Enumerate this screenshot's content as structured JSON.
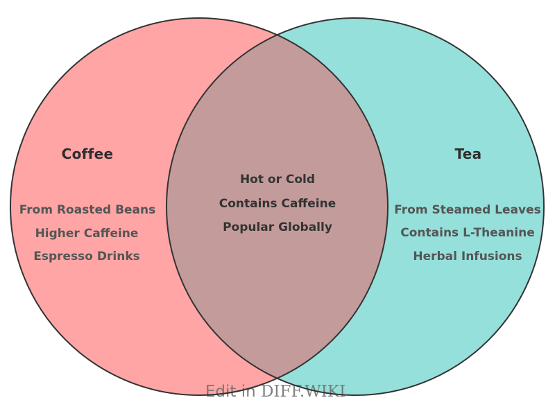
{
  "diagram": {
    "left": {
      "title": "Coffee",
      "items": [
        "From Roasted Beans",
        "Higher Caffeine",
        "Espresso Drinks"
      ],
      "fill": "#FFA5A5"
    },
    "right": {
      "title": "Tea",
      "items": [
        "From Steamed Leaves",
        "Contains L-Theanine",
        "Herbal Infusions"
      ],
      "fill": "#95E0DA"
    },
    "intersection": {
      "items": [
        "Hot or Cold",
        "Contains Caffeine",
        "Popular Globally"
      ],
      "fill": "#C39B9B"
    },
    "outline_color": "#333333",
    "text_colors": {
      "title": "#2e2e2e",
      "side_items": "#555555",
      "intersection_items": "#333333"
    }
  },
  "watermark": {
    "prefix": "Edit in ",
    "brand": "DIFF.WIKI",
    "color": "#6f6f6f"
  }
}
